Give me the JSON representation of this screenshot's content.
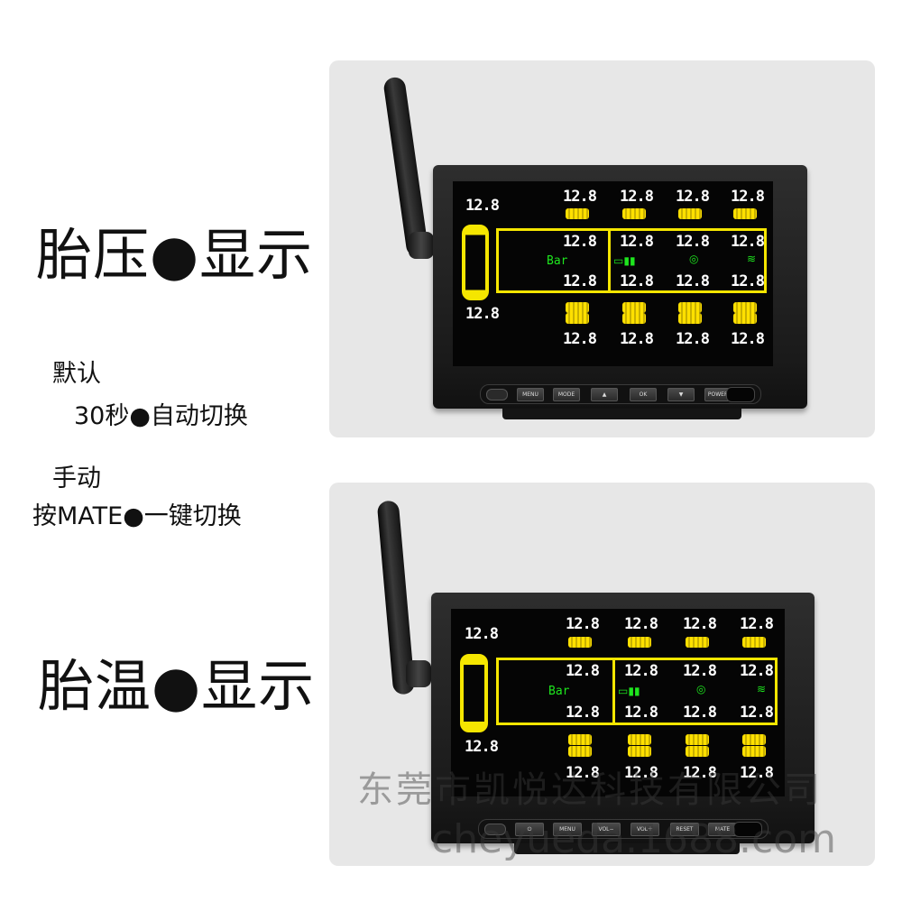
{
  "labels": {
    "tire_pressure": "胎压●显示",
    "default": "默认",
    "auto_switch": "30秒●自动切换",
    "manual": "手动",
    "mate_switch": "按MATE●一键切换",
    "tire_temp": "胎温●显示"
  },
  "watermark": {
    "company": "东莞市凯悦达科技有限公司",
    "url": "cheyueda.1688.com"
  },
  "screen": {
    "reading": "12.8",
    "unit": "Bar",
    "battery_icon": "battery-icon",
    "tire_warn_icon": "tire-warning-icon",
    "signal_icon": "signal-icon"
  },
  "device1_buttons": [
    "MENU",
    "MODE",
    "▲",
    "OK",
    "▼",
    "POWER"
  ],
  "device2_buttons": [
    "⏻",
    "MENU",
    "VOL−",
    "VOL＋",
    "RESET",
    "MATE"
  ],
  "colors": {
    "tire": "#f5e600",
    "green": "#1ee61e",
    "panel": "#e7e7e7"
  }
}
